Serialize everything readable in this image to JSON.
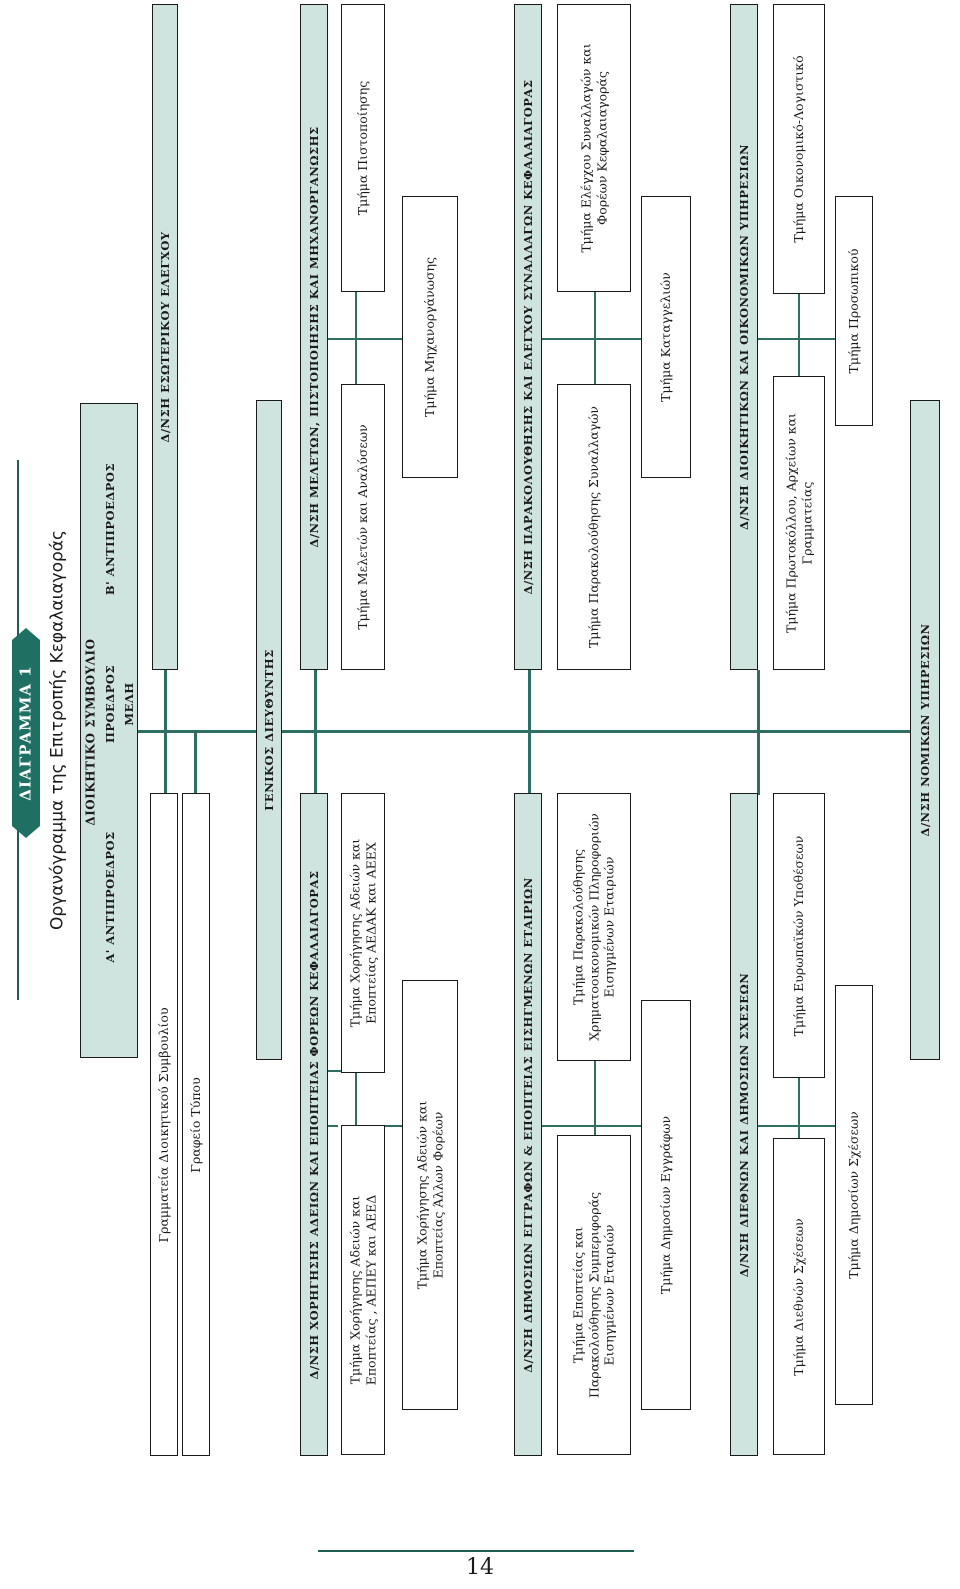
{
  "header": {
    "badge": "ΔΙΑΓΡΑΜΜΑ 1",
    "subtitle": "Οργανόγραμμα της Επιτροπής Κεφαλαιαγοράς"
  },
  "board": {
    "title": "ΔΙΟΙΚΗΤΙΚΟ ΣΥΜΒΟΥΛΙΟ",
    "vp_a": "Α' ΑΝΤΙΠΡΟΕΔΡΟΣ",
    "president": "ΠΡΟΕΔΡΟΣ",
    "members": "ΜΕΛΗ",
    "vp_b": "Β' ΑΝΤΙΠΡΟΕΔΡΟΣ"
  },
  "secretariat": "Γραμματεία Διοικητικού Συμβουλίου",
  "press_office": "Γραφείο Τύπου",
  "internal_control": "Δ/ΝΣΗ ΕΣΩΤΕΡΙΚΟΥ ΕΛΕΓΧΟΥ",
  "general_director": "ΓΕΝΙΚΟΣ ΔΙΕΥΘΥΝΤΗΣ",
  "dept_licensing": {
    "title": "Δ/ΝΣΗ ΧΟΡΗΓΗΣΗΣ ΑΔΕΙΩΝ ΚΑΙ ΕΠΟΠΤΕΙΑΣ ΦΟΡΕΩΝ ΚΕΦΑΛΑΙΑΓΟΡΑΣ",
    "sec1": [
      "Τμήμα Χορήγησης Αδειών και",
      "Εποπτείας , ΑΕΠΕΥ και ΑΕΕΔ"
    ],
    "sec2": [
      "Τμήμα Χορήγησης Αδειών και",
      "Εποπτείας ΑΕΔΑΚ και ΑΕΕΧ"
    ],
    "sec3": [
      "Τμήμα Χορήγησης Αδειών και",
      "Εποπτείας Άλλων Φορέων"
    ]
  },
  "dept_studies": {
    "title": "Δ/ΝΣΗ ΜΕΛΕΤΩΝ, ΠΙΣΤΟΠΟΙΗΣΗΣ ΚΑΙ ΜΗΧΑΝΟΡΓΑΝΩΣΗΣ",
    "sec1": "Τμήμα Μελετών και Αναλύσεων",
    "sec2": "Τμήμα Πιστοποίησης",
    "sec3": "Τμήμα Μηχανοργάνωσης"
  },
  "dept_listed": {
    "title": "Δ/ΝΣΗ ΔΗΜΟΣΙΩΝ ΕΓΓΡΑΦΩΝ & ΕΠΟΠΤΕΙΑΣ ΕΙΣΗΓΜΕΝΩΝ ΕΤΑΙΡΙΩΝ",
    "sec1": [
      "Τμήμα Εποπτείας και",
      "Παρακολούθησης Συμπεριφοράς",
      "Εισηγμένων Εταιριών"
    ],
    "sec2": [
      "Τμήμα Παρακολούθησης",
      "Χρηματοοικονομικών Πληροφοριών",
      "Εισηγμένων Εταιριών"
    ],
    "sec3": "Τμήμα Δημοσίων Εγγράφων"
  },
  "dept_monitoring": {
    "title": "Δ/ΝΣΗ ΠΑΡΑΚΟΛΟΥΘΗΣΗΣ ΚΑΙ ΕΛΕΓΧΟΥ ΣΥΝΑΛΛΑΓΩΝ ΚΕΦΑΛΑΙΑΓΟΡΑΣ",
    "sec1": "Τμήμα Παρακολούθησης Συναλλαγών",
    "sec2": [
      "Τμήμα Ελέγχου Συναλλαγών και",
      "Φορέων Κεφαλαιαγοράς"
    ],
    "sec3": "Τμήμα Καταγγελιών"
  },
  "dept_international": {
    "title": "Δ/ΝΣΗ ΔΙΕΘΝΩΝ ΚΑΙ ΔΗΜΟΣΙΩΝ ΣΧΕΣΕΩΝ",
    "sec1": "Τμήμα Διεθνών Σχέσεων",
    "sec2": "Τμήμα Ευρωπαϊκών Υποθέσεων",
    "sec3": "Τμήμα Δημοσίων Σχέσεων"
  },
  "dept_admin": {
    "title": "Δ/ΝΣΗ ΔΙΟΙΚΗΤΙΚΩΝ ΚΑΙ ΟΙΚΟΝΟΜΙΚΩΝ ΥΠΗΡΕΣΙΩΝ",
    "sec1": [
      "Τμήμα Πρωτοκόλλου, Αρχείων και",
      "Γραμματείας"
    ],
    "sec2": "Τμήμα Οικονομικό-Λογιστικό",
    "sec3": "Τμήμα Προσωπικού"
  },
  "legal": "Δ/ΝΣΗ ΝΟΜΙΚΩΝ ΥΠΗΡΕΣΙΩΝ",
  "page_number": "14",
  "colors": {
    "header_fill": "#cfe3df",
    "connector": "#2f6f63",
    "badge": "#1f6f63"
  }
}
